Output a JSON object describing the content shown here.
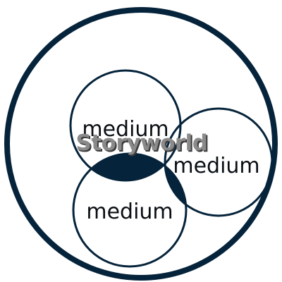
{
  "colors": {
    "outline": "#05233a",
    "overlap_fill": "#05233a",
    "background": "#ffffff",
    "watermark_fill": "#8a8a8a",
    "watermark_shadow": "#3a3a3a"
  },
  "watermark": {
    "text": "Storyworld"
  },
  "circles": [
    {
      "label": "medium"
    },
    {
      "label": "medium"
    },
    {
      "label": "medium"
    }
  ]
}
